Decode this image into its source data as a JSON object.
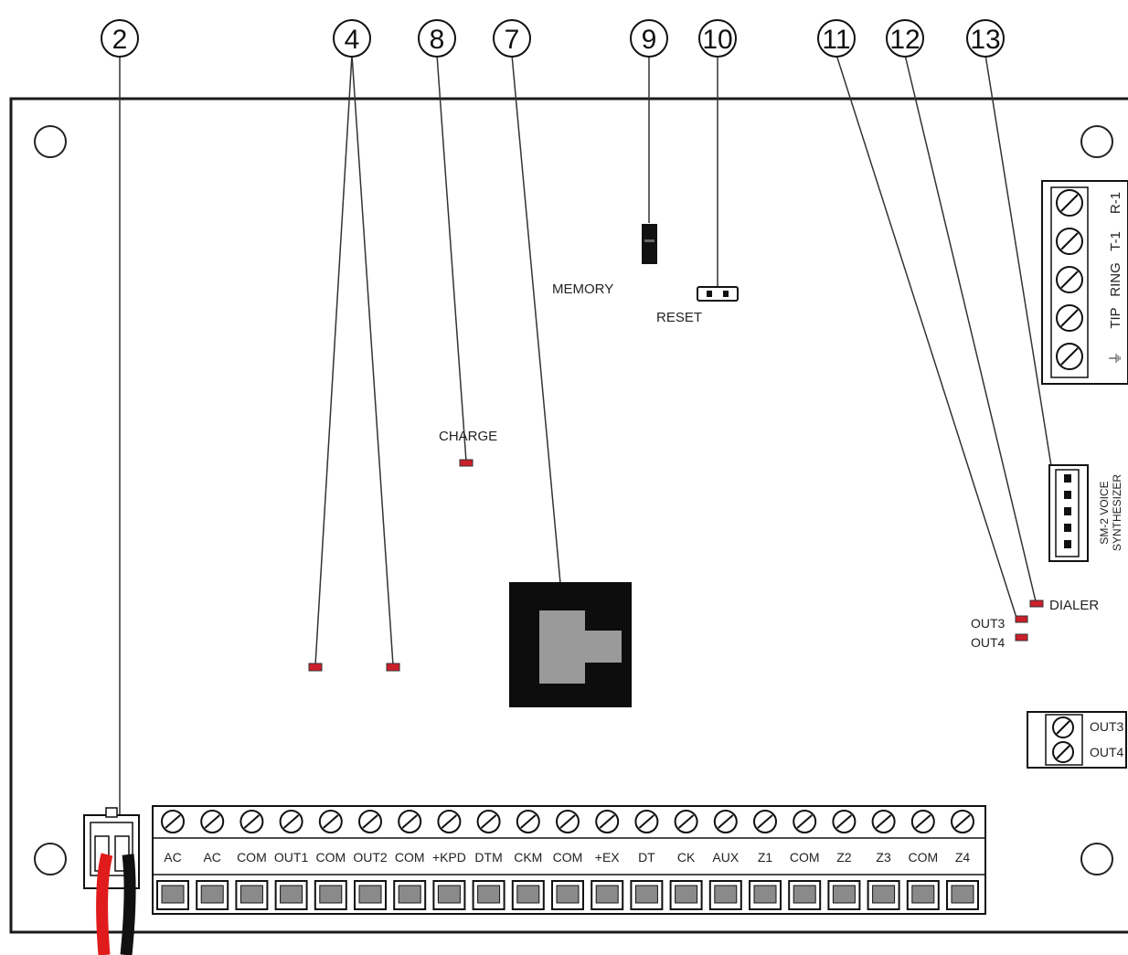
{
  "callouts": [
    "2",
    "4",
    "8",
    "7",
    "9",
    "10",
    "11",
    "12",
    "13"
  ],
  "labels": {
    "memory": "MEMORY",
    "reset": "RESET",
    "charge": "CHARGE",
    "dialer": "DIALER",
    "out3": "OUT3",
    "out4": "OUT4",
    "out3_terminal": "OUT3",
    "out4_terminal": "OUT4",
    "phone_terminals": [
      "R-1",
      "T-1",
      "RING",
      "TIP",
      "⏚"
    ],
    "voice_module": [
      "SM-2 VOICE",
      "SYNTHESIZER"
    ]
  },
  "terminal_strip": [
    "AC",
    "AC",
    "COM",
    "OUT1",
    "COM",
    "OUT2",
    "COM",
    "+KPD",
    "DTM",
    "CKM",
    "COM",
    "+EX",
    "DT",
    "CK",
    "AUX",
    "Z1",
    "COM",
    "Z2",
    "Z3",
    "COM",
    "Z4"
  ],
  "colors": {
    "led": "#cc1f2a",
    "board_outline": "#1a1a1a",
    "wire_red": "#e01b1b",
    "wire_black": "#111111",
    "jack_body": "#0d0d0d",
    "jack_socket": "#9a9a9a"
  }
}
